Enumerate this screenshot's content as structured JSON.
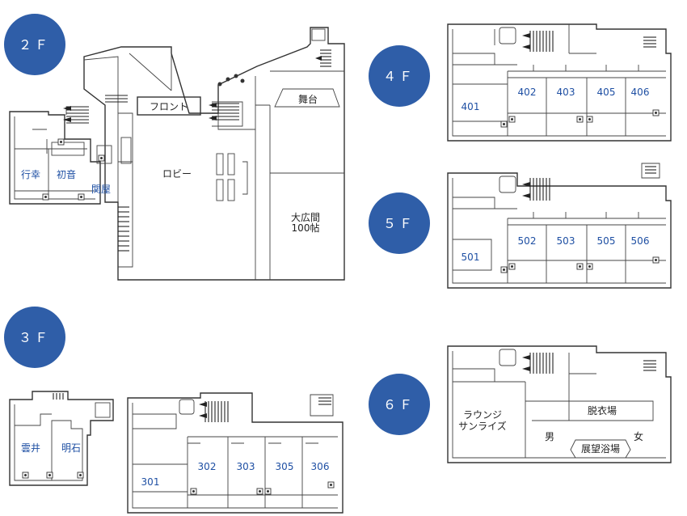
{
  "colors": {
    "badge": "#2f5ea8",
    "room_label": "#1e4fa3",
    "wall": "#333333",
    "text": "#222222"
  },
  "floors": {
    "f2": {
      "badge": "２Ｆ",
      "labels": {
        "front": "フロント",
        "lobby": "ロビー",
        "stage": "舞台",
        "hall_line1": "大広間",
        "hall_line2": "100帖"
      },
      "rooms": {
        "gyoko": "行幸",
        "hatsune": "初音",
        "sekiya": "関屋"
      }
    },
    "f3": {
      "badge": "３Ｆ",
      "rooms": {
        "kumoi": "雲井",
        "akashi": "明石",
        "r301": "301",
        "r302": "302",
        "r303": "303",
        "r305": "305",
        "r306": "306"
      }
    },
    "f4": {
      "badge": "４Ｆ",
      "rooms": {
        "r401": "401",
        "r402": "402",
        "r403": "403",
        "r405": "405",
        "r406": "406"
      }
    },
    "f5": {
      "badge": "５Ｆ",
      "rooms": {
        "r501": "501",
        "r502": "502",
        "r503": "503",
        "r505": "505",
        "r506": "506"
      }
    },
    "f6": {
      "badge": "６Ｆ",
      "labels": {
        "lounge_line1": "ラウンジ",
        "lounge_line2": "サンライズ",
        "dressing": "脱衣場",
        "men": "男",
        "women": "女",
        "bath": "展望浴場"
      }
    }
  }
}
